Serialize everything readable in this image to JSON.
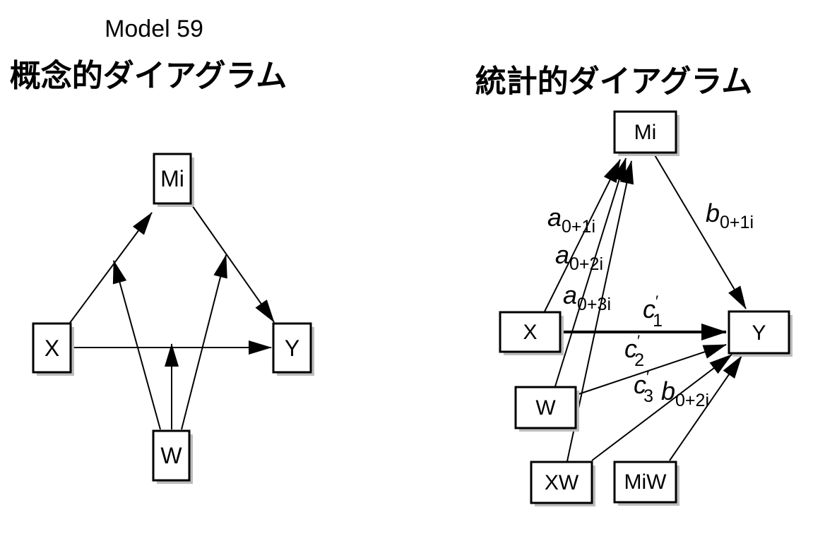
{
  "page": {
    "model_title": "Model 59"
  },
  "conceptual": {
    "title": "概念的ダイアグラム",
    "nodes": {
      "mi": "Mi",
      "x": "X",
      "y": "Y",
      "w": "W"
    },
    "edges": [
      {
        "from": "X",
        "to": "Mi"
      },
      {
        "from": "Mi",
        "to": "Y"
      },
      {
        "from": "X",
        "to": "Y"
      },
      {
        "from": "W",
        "to": "X-Mi path"
      },
      {
        "from": "W",
        "to": "X-Y path"
      },
      {
        "from": "W",
        "to": "Mi-Y path"
      }
    ]
  },
  "statistical": {
    "title": "統計的ダイアグラム",
    "nodes": {
      "mi": "Mi",
      "x": "X",
      "y": "Y",
      "w": "W",
      "xw": "XW",
      "miw": "MiW"
    },
    "labels": {
      "a1": {
        "base": "a",
        "sub": "0+1i"
      },
      "a2": {
        "base": "a",
        "sub": "0+2i"
      },
      "a3": {
        "base": "a",
        "sub": "0+3i"
      },
      "b1": {
        "base": "b",
        "sub": "0+1i"
      },
      "b2": {
        "base": "b",
        "sub": "0+2i"
      },
      "c1": {
        "base": "c",
        "sup": "′",
        "sub": "1"
      },
      "c2": {
        "base": "c",
        "sup": "′",
        "sub": "2"
      },
      "c3": {
        "base": "c",
        "sup": "′",
        "sub": "3"
      }
    },
    "edges": [
      {
        "from": "X",
        "to": "Mi",
        "label": "a0+1i"
      },
      {
        "from": "W",
        "to": "Mi",
        "label": "a0+2i"
      },
      {
        "from": "XW",
        "to": "Mi",
        "label": "a0+3i"
      },
      {
        "from": "Mi",
        "to": "Y",
        "label": "b0+1i"
      },
      {
        "from": "X",
        "to": "Y",
        "label": "c′1"
      },
      {
        "from": "W",
        "to": "Y",
        "label": "c′2"
      },
      {
        "from": "XW",
        "to": "Y",
        "label": "c′3"
      },
      {
        "from": "MiW",
        "to": "Y",
        "label": "b0+2i"
      }
    ]
  },
  "colors": {
    "background": "#ffffff",
    "line": "#000000",
    "box_fill": "#ffffff",
    "box_border": "#000000",
    "box_shadow": "#bdbdbd",
    "text": "#000000"
  }
}
